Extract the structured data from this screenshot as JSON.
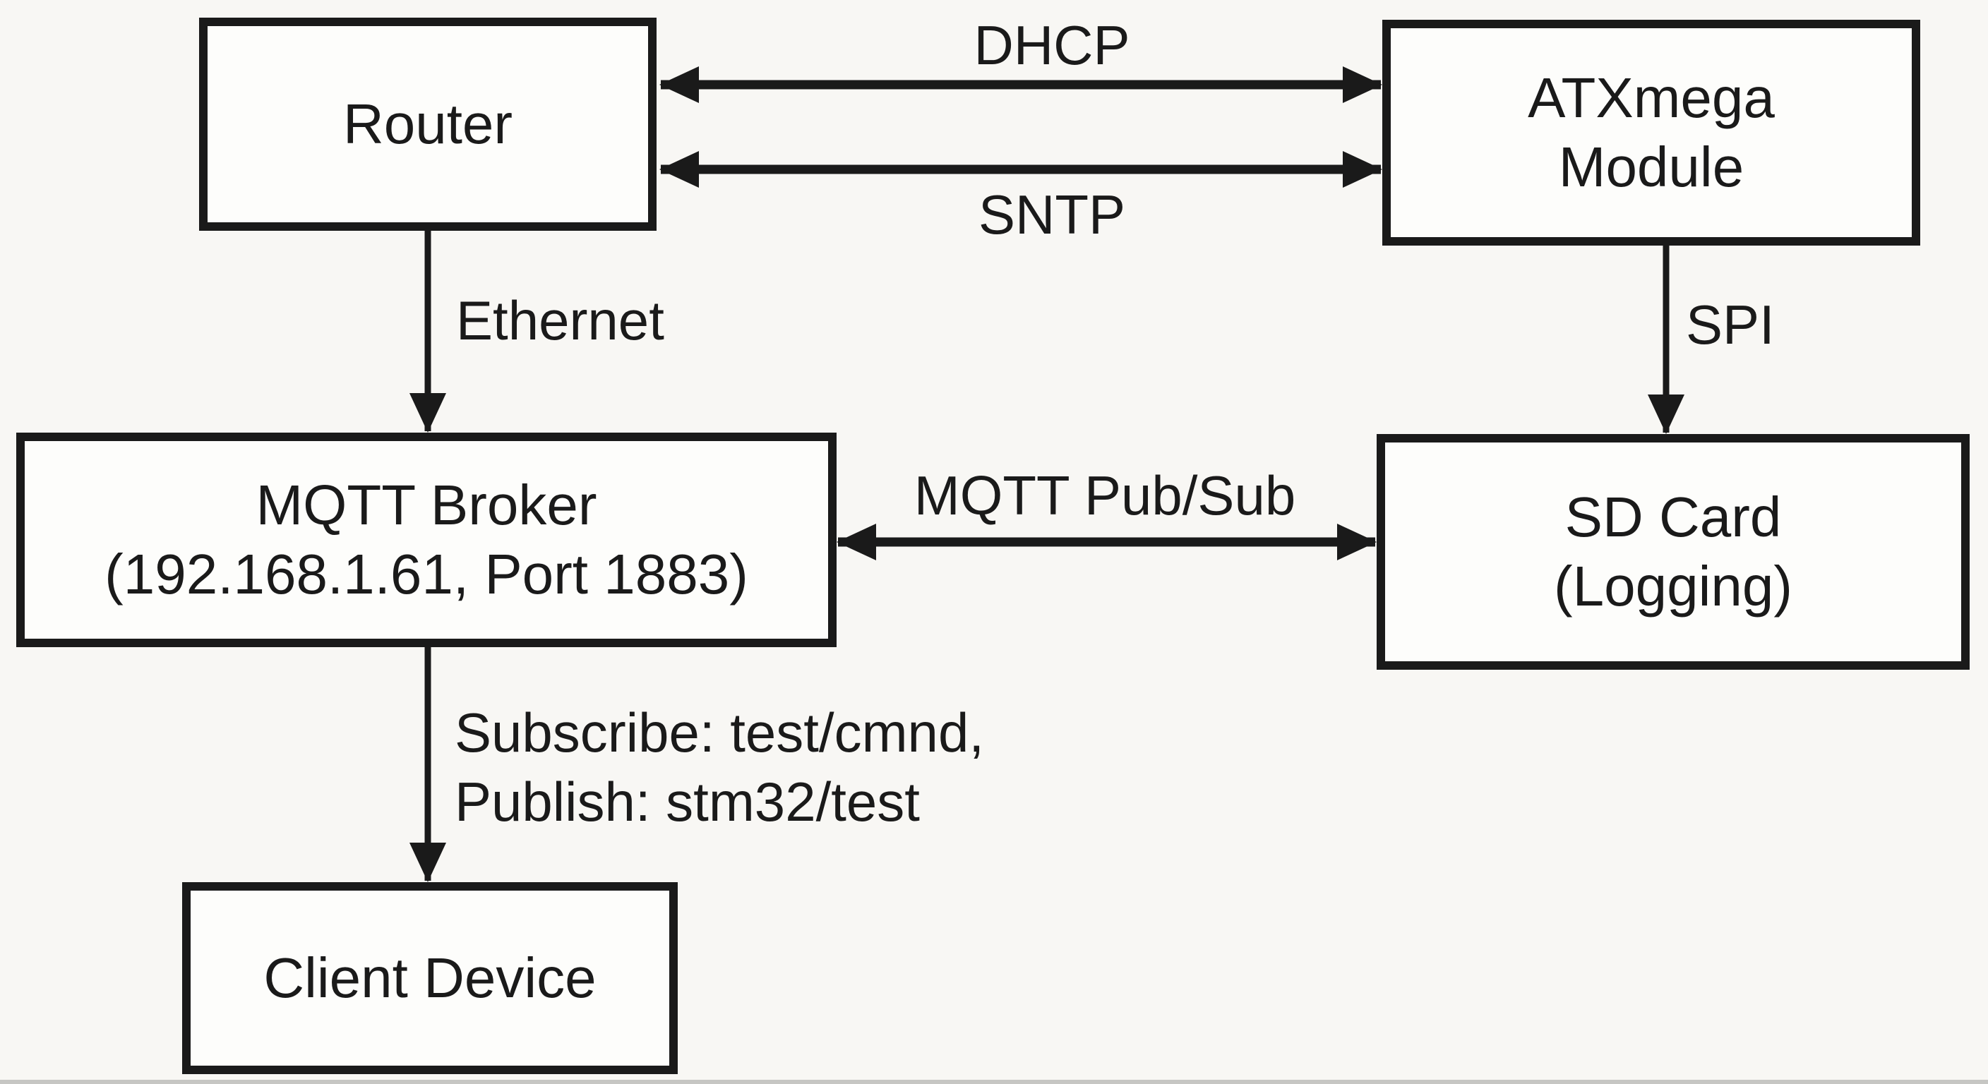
{
  "diagram": {
    "nodes": {
      "router": {
        "label": "Router"
      },
      "atxmega": {
        "lines": [
          "ATXmega",
          "Module"
        ]
      },
      "mqtt_broker": {
        "lines": [
          "MQTT Broker",
          "(192.168.1.61, Port 1883)"
        ]
      },
      "sd_card": {
        "lines": [
          "SD Card",
          "(Logging)"
        ]
      },
      "client": {
        "label": "Client Device"
      }
    },
    "edges": {
      "dhcp": {
        "label": "DHCP",
        "direction": "bidirectional",
        "from": "Router",
        "to": "ATXmega Module"
      },
      "sntp": {
        "label": "SNTP",
        "direction": "bidirectional",
        "from": "Router",
        "to": "ATXmega Module"
      },
      "ethernet": {
        "label": "Ethernet",
        "direction": "one-way",
        "from": "Router",
        "to": "MQTT Broker"
      },
      "spi": {
        "label": "SPI",
        "direction": "one-way",
        "from": "ATXmega Module",
        "to": "SD Card"
      },
      "mqtt_pubsub": {
        "label": "MQTT Pub/Sub",
        "direction": "bidirectional",
        "from": "MQTT Broker",
        "to": "SD Card"
      },
      "broker_client": {
        "lines": [
          "Subscribe: test/cmnd,",
          "Publish: stm32/test"
        ],
        "direction": "one-way",
        "from": "MQTT Broker",
        "to": "Client Device"
      }
    },
    "colors": {
      "line": "#1a1a1a",
      "text": "#1a1a1a",
      "box_fill": "#fdfdfb",
      "background": "#f8f7f4"
    }
  }
}
